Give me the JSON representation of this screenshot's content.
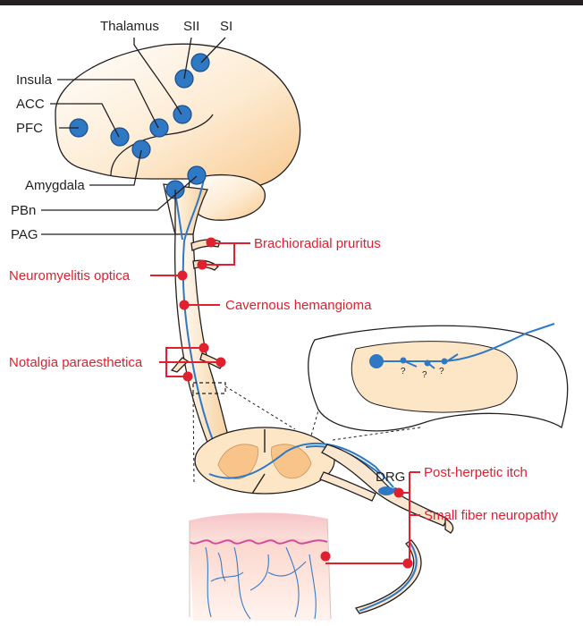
{
  "brain_regions": {
    "thalamus": "Thalamus",
    "sii": "SII",
    "si": "SI",
    "insula": "Insula",
    "acc": "ACC",
    "pfc": "PFC",
    "amygdala": "Amygdala",
    "pbn": "PBn",
    "pag": "PAG"
  },
  "drg": "DRG",
  "unknown_marker": "?",
  "conditions": {
    "brachioradial": "Brachioradial pruritus",
    "neuromyelitis": "Neuromyelitis optica",
    "cavernous": "Cavernous hemangioma",
    "notalgia": "Notalgia paraesthetica",
    "post_herpetic": "Post-herpetic itch",
    "small_fiber": "Small fiber neuropathy"
  },
  "colors": {
    "condition_red": "#e0202f",
    "region_blue": "#2f78c4",
    "tissue_peach": "#fbd9ab"
  }
}
